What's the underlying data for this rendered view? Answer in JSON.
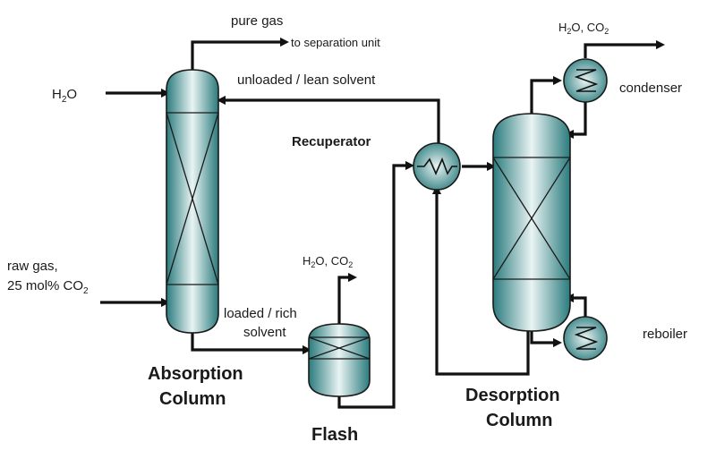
{
  "labels": {
    "pure_gas": "pure gas",
    "to_separation_unit": "to separation unit",
    "lean_solvent": "unloaded / lean solvent",
    "h2o_in": "H",
    "h2o_in_sub": "2",
    "h2o_in_tail": "O",
    "raw_gas_1": "raw gas,",
    "raw_gas_2": "25 mol% CO",
    "raw_gas_2_sub": "2",
    "loaded_1": "loaded / rich",
    "loaded_2": "solvent",
    "recuperator": "Recuperator",
    "absorption_1": "Absorption",
    "absorption_2": "Column",
    "flash": "Flash",
    "desorption_1": "Desorption",
    "desorption_2": "Column",
    "condenser": "condenser",
    "reboiler": "reboiler",
    "flash_vent_a": "H",
    "flash_vent_sub1": "2",
    "flash_vent_b": "O, CO",
    "flash_vent_sub2": "2",
    "top_vent_a": "H",
    "top_vent_sub1": "2",
    "top_vent_b": "O, CO",
    "top_vent_sub2": "2"
  },
  "colors": {
    "vessel_dark": "#2a7b7d",
    "vessel_light": "#e9f3f3",
    "line": "#111111"
  }
}
